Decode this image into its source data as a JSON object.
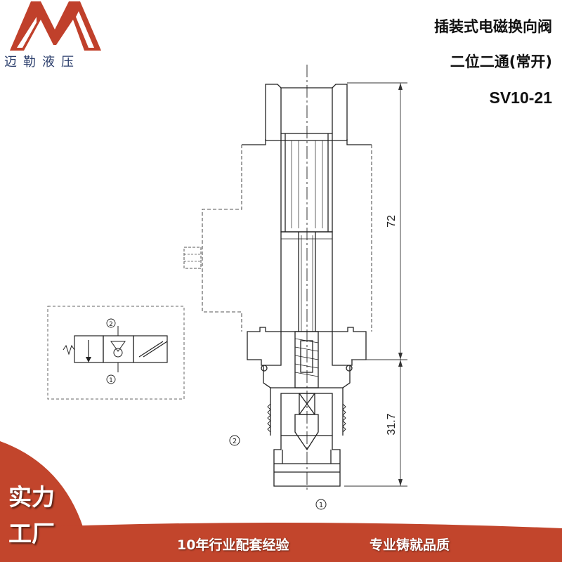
{
  "brand": {
    "name": "迈勒液压",
    "logo_color": "#c0402b"
  },
  "titles": {
    "line1": "插装式电磁换向阀",
    "line2": "二位二通(常开)",
    "model": "SV10-21"
  },
  "dimensions": {
    "total_length": "72",
    "cartridge_length": "31.7"
  },
  "ports": {
    "port1": "1",
    "port2": "2"
  },
  "footer": {
    "slogan_line1": "实力",
    "slogan_line2": "工厂",
    "text_left": "10年行业配套经验",
    "text_right": "专业铸就品质"
  },
  "colors": {
    "banner": "#c2452c",
    "line": "#222222",
    "dash": "#555555"
  }
}
